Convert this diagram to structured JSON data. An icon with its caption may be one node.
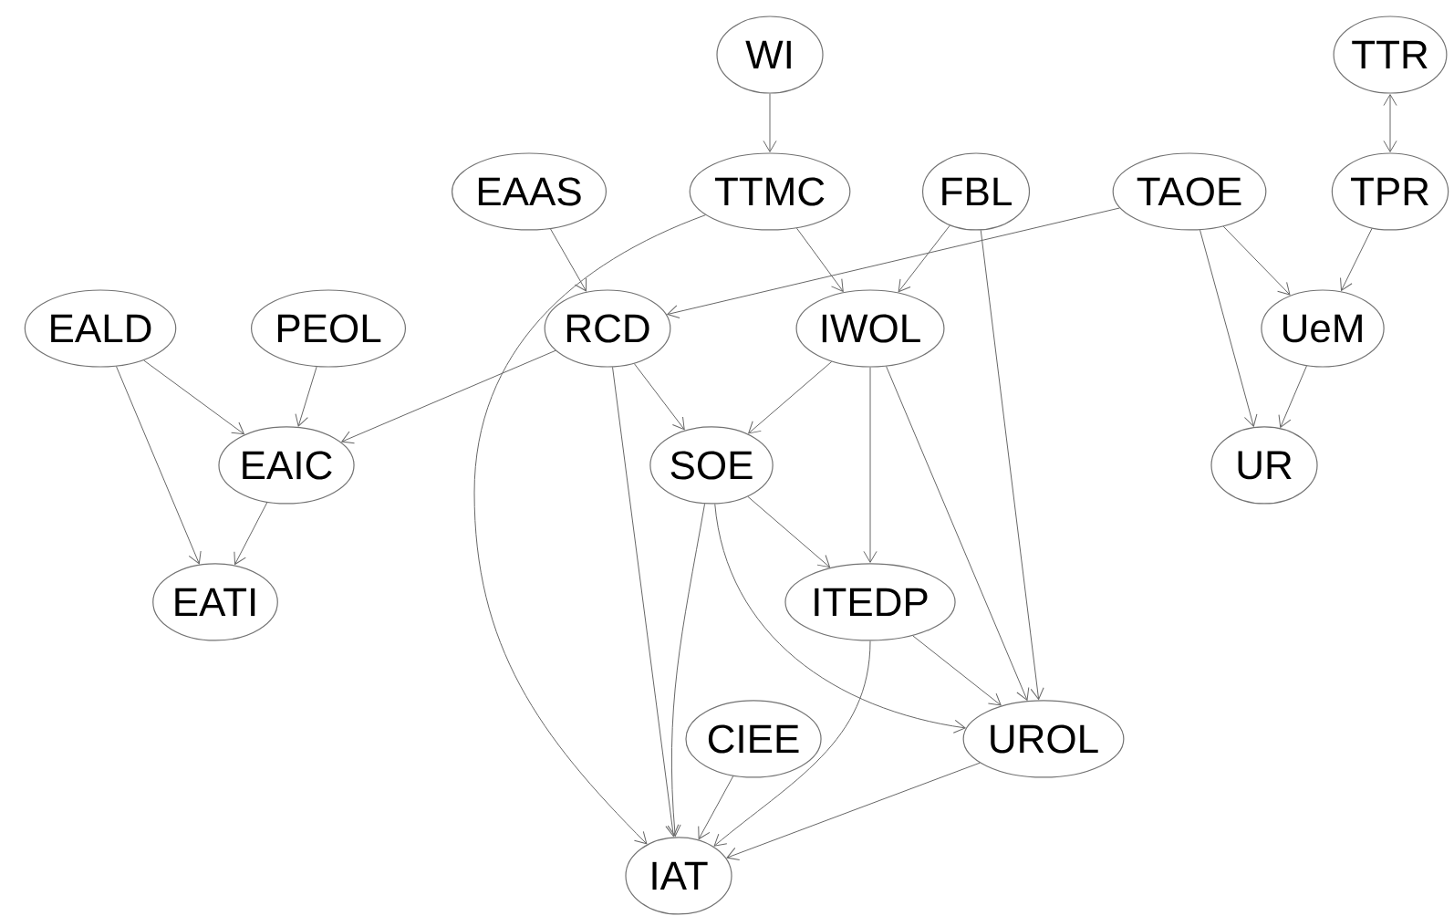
{
  "diagram": {
    "nodes": [
      {
        "text": [
          "WI"
        ]
      },
      {
        "text": [
          "TTR"
        ]
      },
      {
        "text": [
          "EAAS"
        ]
      },
      {
        "text": [
          "TTMC"
        ]
      },
      {
        "text": [
          "FBL"
        ]
      },
      {
        "text": [
          "TAOE"
        ]
      },
      {
        "text": [
          "TPR"
        ]
      },
      {
        "text": [
          "EALD"
        ]
      },
      {
        "text": [
          "PEOL"
        ]
      },
      {
        "text": [
          "RCD"
        ]
      },
      {
        "text": [
          "IWOL"
        ]
      },
      {
        "text": [
          "UeM"
        ]
      },
      {
        "text": [
          "EAIC"
        ]
      },
      {
        "text": [
          "SOE"
        ]
      },
      {
        "text": [
          "UR"
        ]
      },
      {
        "text": [
          "EATI"
        ]
      },
      {
        "text": [
          "ITEDP"
        ]
      },
      {
        "text": [
          "CIEE"
        ]
      },
      {
        "text": [
          "UROL"
        ]
      },
      {
        "text": [
          "IAT"
        ]
      }
    ],
    "edges": [
      {
        "from": 0,
        "to": 3,
        "arrow": "to"
      },
      {
        "from": 1,
        "to": 6,
        "arrow": "both"
      },
      {
        "from": 2,
        "to": 9,
        "arrow": "to"
      },
      {
        "from": 3,
        "to": 10,
        "arrow": "to"
      },
      {
        "from": 3,
        "to": 19,
        "arrow": "to"
      },
      {
        "from": 4,
        "to": 10,
        "arrow": "to"
      },
      {
        "from": 4,
        "to": 18,
        "arrow": "to"
      },
      {
        "from": 5,
        "to": 9,
        "arrow": "to"
      },
      {
        "from": 5,
        "to": 11,
        "arrow": "to"
      },
      {
        "from": 5,
        "to": 14,
        "arrow": "to"
      },
      {
        "from": 6,
        "to": 11,
        "arrow": "to"
      },
      {
        "from": 7,
        "to": 12,
        "arrow": "to"
      },
      {
        "from": 7,
        "to": 15,
        "arrow": "to"
      },
      {
        "from": 8,
        "to": 12,
        "arrow": "to"
      },
      {
        "from": 9,
        "to": 12,
        "arrow": "to"
      },
      {
        "from": 9,
        "to": 13,
        "arrow": "to"
      },
      {
        "from": 9,
        "to": 19,
        "arrow": "to"
      },
      {
        "from": 10,
        "to": 13,
        "arrow": "to"
      },
      {
        "from": 10,
        "to": 16,
        "arrow": "to"
      },
      {
        "from": 10,
        "to": 18,
        "arrow": "to"
      },
      {
        "from": 11,
        "to": 14,
        "arrow": "to"
      },
      {
        "from": 12,
        "to": 15,
        "arrow": "to"
      },
      {
        "from": 13,
        "to": 16,
        "arrow": "to"
      },
      {
        "from": 13,
        "to": 19,
        "arrow": "to"
      },
      {
        "from": 13,
        "to": 18,
        "arrow": "to"
      },
      {
        "from": 16,
        "to": 18,
        "arrow": "to"
      },
      {
        "from": 16,
        "to": 19,
        "arrow": "to"
      },
      {
        "from": 17,
        "to": 19,
        "arrow": "to"
      },
      {
        "from": 18,
        "to": 19,
        "arrow": "to"
      }
    ]
  }
}
